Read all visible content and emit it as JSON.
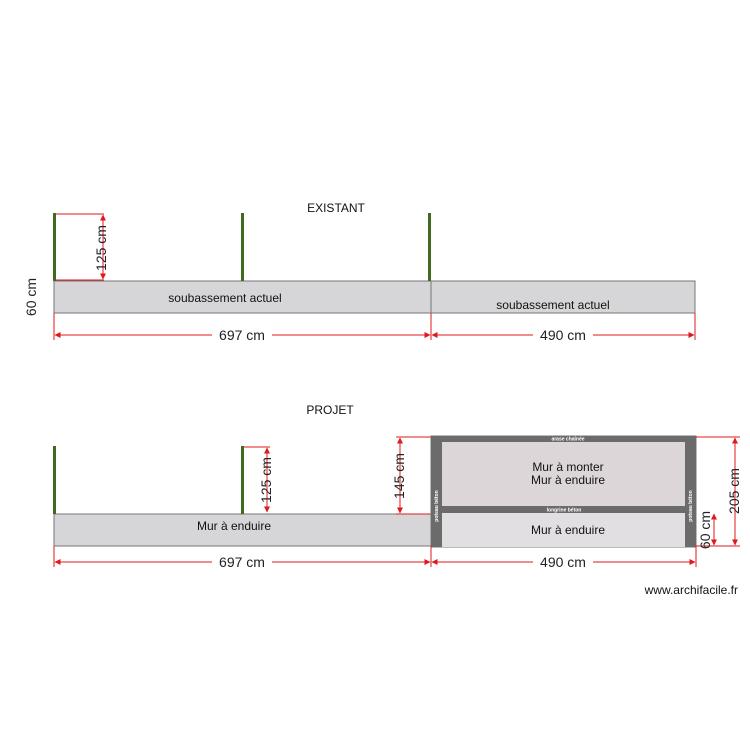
{
  "sections": {
    "existant": {
      "title": "EXISTANT",
      "wall_left_label": "soubassement actuel",
      "wall_right_label": "soubassement actuel",
      "dim_height_base": "60 cm",
      "dim_height_post": "125 cm",
      "dim_length_left": "697 cm",
      "dim_length_right": "490 cm"
    },
    "projet": {
      "title": "PROJET",
      "wall_left_label": "Mur à enduire",
      "upper_label_1": "Mur à monter",
      "upper_label_2": "Mur à enduire",
      "lower_label": "Mur à enduire",
      "top_beam_label": "arase chaînée",
      "mid_beam_label": "longrine béton",
      "left_pillar_label": "poteau béton",
      "right_pillar_label": "poteau béton",
      "dim_height_post": "125 cm",
      "dim_height_145": "145 cm",
      "dim_height_205": "205 cm",
      "dim_height_60": "60 cm",
      "dim_length_left": "697 cm",
      "dim_length_right": "490 cm"
    }
  },
  "watermark": "www.archifacile.fr",
  "colors": {
    "wall_fill": "#d6d6d8",
    "wall_stroke": "#777777",
    "upper_wall_fill": "#ddd6d9",
    "post": "#3f6a1f",
    "beam": "#6b6b6b",
    "dimension": "#e0191e"
  }
}
